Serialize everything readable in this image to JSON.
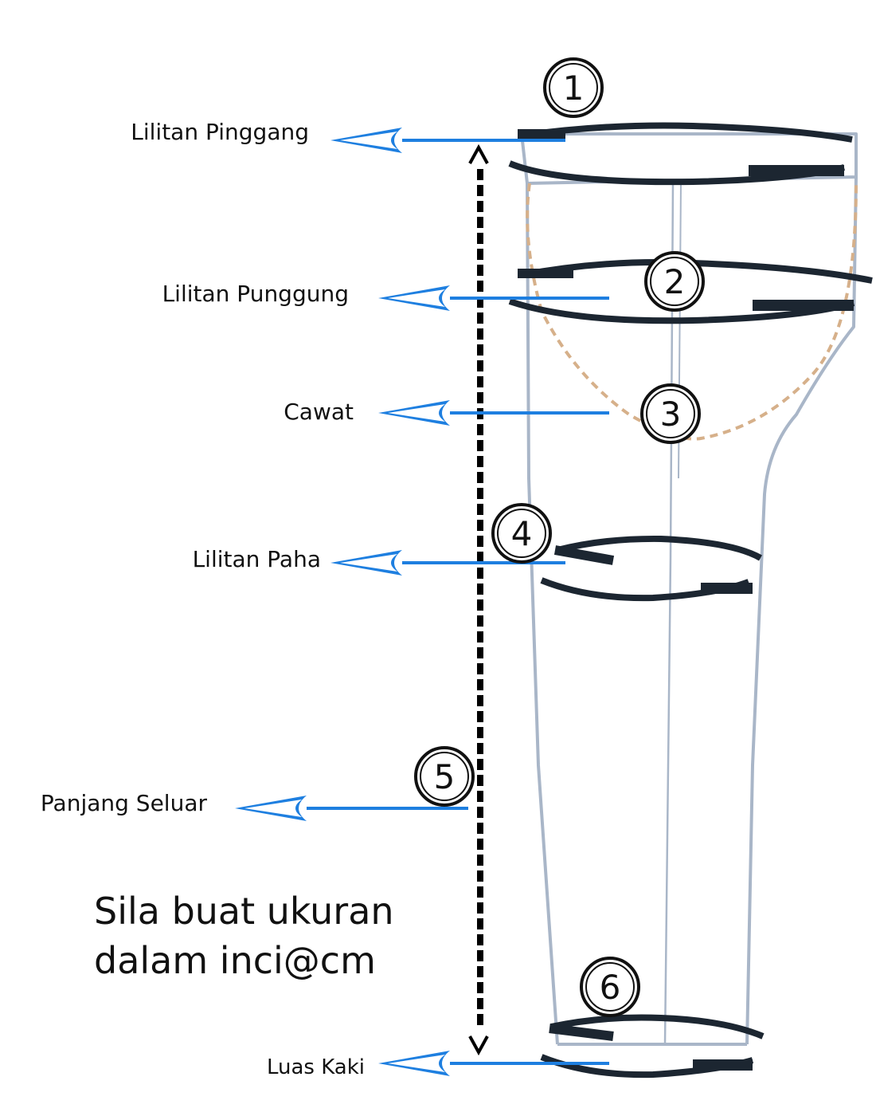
{
  "labels": {
    "waist": "Lilitan Pinggang",
    "hip": "Lilitan Punggung",
    "crotch": "Cawat",
    "thigh": "Lilitan Paha",
    "length": "Panjang Seluar",
    "leg_opening": "Luas Kaki"
  },
  "numbers": {
    "n1": "1",
    "n2": "2",
    "n3": "3",
    "n4": "4",
    "n5": "5",
    "n6": "6"
  },
  "instruction": {
    "line1": "Sila buat ukuran",
    "line2": "dalam inci@cm"
  },
  "colors": {
    "arrow": "#1E7FE0",
    "band": "#1C2631",
    "outline": "#A9B6C8",
    "seam": "#D6B08A"
  }
}
